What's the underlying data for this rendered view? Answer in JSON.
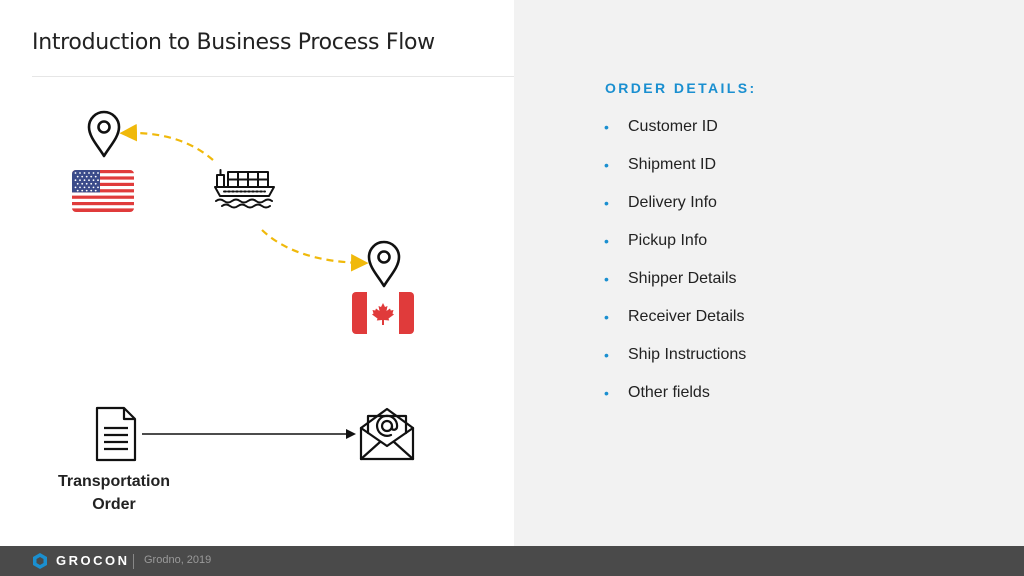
{
  "slide": {
    "title": "Introduction to Business Process Flow"
  },
  "order_details": {
    "heading": "ORDER DETAILS:",
    "bullet_char": "•",
    "items": [
      "Customer ID",
      "Shipment ID",
      "Delivery Info",
      "Pickup Info",
      "Shipper Details",
      "Receiver Details",
      "Ship Instructions",
      "Other fields"
    ]
  },
  "diagram": {
    "document_caption_line1": "Transportation",
    "document_caption_line2": "Order",
    "icons": [
      "location-pin-icon",
      "us-flag-icon",
      "cargo-ship-icon",
      "canada-flag-icon",
      "document-icon",
      "email-envelope-icon"
    ],
    "colors": {
      "route_arrow": "#f0b90b",
      "canada_red": "#e03b3b",
      "us_red": "#e03b3b",
      "us_blue": "#3b4b8a"
    }
  },
  "footer": {
    "brand": "GROCON",
    "text": "Grodno, 2019",
    "logo_color": "#1a8fd0"
  }
}
